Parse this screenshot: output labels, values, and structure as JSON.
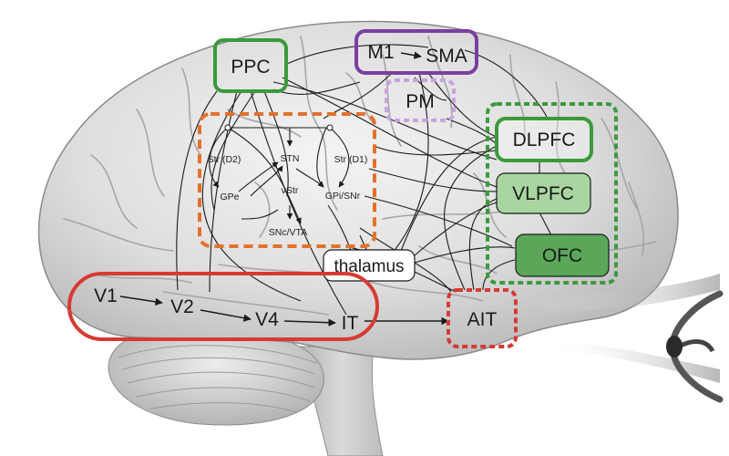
{
  "regions": {
    "ppc": "PPC",
    "m1": "M1",
    "sma": "SMA",
    "pm": "PM",
    "dlpfc": "DLPFC",
    "vlpfc": "VLPFC",
    "ofc": "OFC",
    "thalamus": "thalamus",
    "ait": "AIT",
    "v1": "V1",
    "v2": "V2",
    "v4": "V4",
    "it": "IT"
  },
  "basal_ganglia": {
    "str_d2": "Str (D2)",
    "stn": "STN",
    "str_d1": "Str (D1)",
    "gpe": "GPe",
    "vstr": "vStr",
    "gpi_snr": "GPi/SNr",
    "snc_vta": "SNc/VTA"
  },
  "colors": {
    "green": "#3b9a3b",
    "purple": "#7b3fa0",
    "lavender": "#c9a3dd",
    "orange": "#e2712b",
    "red": "#d63a32",
    "vlpfc_fill": "#a9d6a0",
    "ofc_fill": "#5aa75a",
    "brain_light": "#e9e9e9",
    "brain_mid": "#cfcfcf",
    "brain_dark": "#9c9c9c"
  }
}
